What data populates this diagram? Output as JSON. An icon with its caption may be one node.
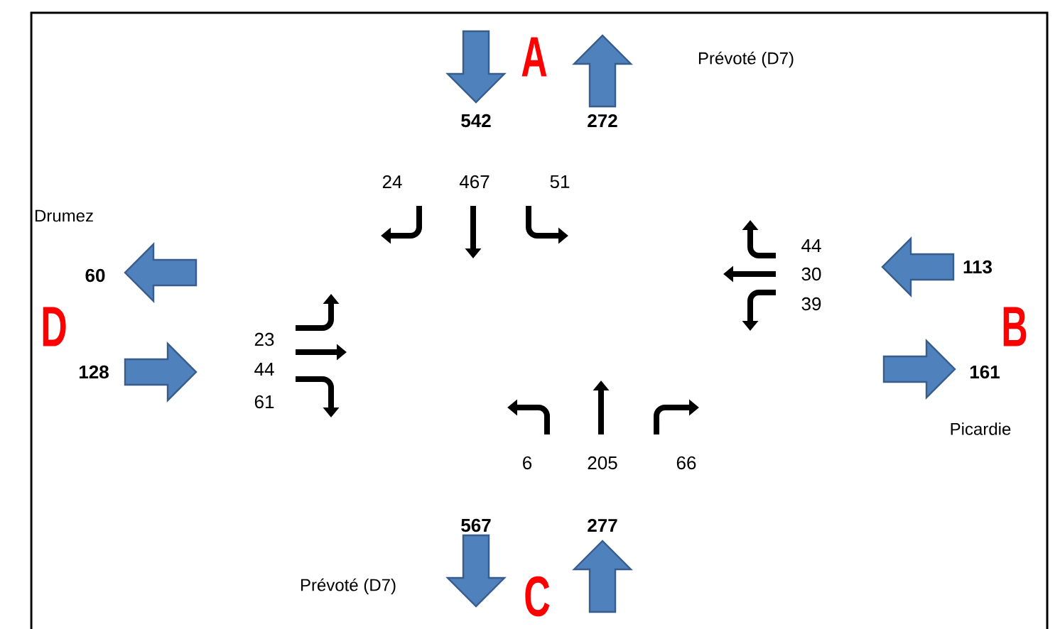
{
  "diagram": {
    "labels": [
      "A",
      "Prévoté (D7)",
      "542",
      "272",
      "24",
      "467",
      "51",
      "Drumez",
      "44",
      "60",
      "113",
      "30",
      "39",
      "D",
      "B",
      "23",
      "128",
      "44",
      "161",
      "61",
      "Picardie",
      "6",
      "205",
      "66",
      "567",
      "277",
      "Prévoté (D7)",
      "C"
    ]
  }
}
